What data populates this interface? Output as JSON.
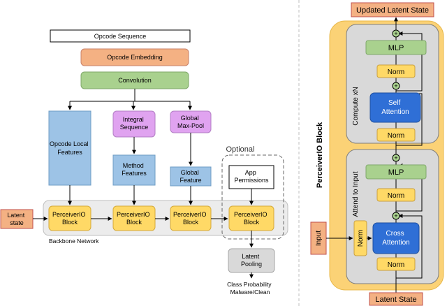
{
  "left": {
    "opcode_sequence": "Opcode Sequence",
    "opcode_embedding": "Opcode Embedding",
    "convolution": "Convolution",
    "opcode_local_features": [
      "Opcode Local",
      "Features"
    ],
    "integral_sequence": [
      "Integral",
      "Sequence"
    ],
    "method_features": [
      "Method",
      "Features"
    ],
    "global_maxpool": [
      "Global",
      "Max-Pool"
    ],
    "global_feature": [
      "Global",
      "Feature"
    ],
    "optional_label": "Optional",
    "app_permissions": [
      "App",
      "Permissions"
    ],
    "latent_state": [
      "Latent",
      "state"
    ],
    "perceiver_block": [
      "PerceiverIO",
      "Block"
    ],
    "backbone_network": "Backbone Network",
    "latent_pooling": [
      "Latent",
      "Pooling"
    ],
    "class_probability": [
      "Class Probability",
      "Malware/Clean"
    ]
  },
  "right": {
    "updated_latent_state": "Updated Latent State",
    "perceiverio_block_label": "PerceiverIO Block",
    "compute_label": "Compute  xN",
    "attend_label": "Attend to Input",
    "mlp": "MLP",
    "norm": "Norm",
    "self_attention": [
      "Self",
      "Attention"
    ],
    "cross_attention": [
      "Cross",
      "Attention"
    ],
    "input": "Input",
    "latent_state": "Latent State",
    "plus": "+"
  },
  "colors": {
    "salmon": "#f4b183",
    "orange_border": "#c0504d",
    "green": "#a9d18e",
    "purple": "#e0a3f0",
    "blue": "#9dc3e6",
    "yellow": "#ffd966",
    "gold_bg": "#fbd276",
    "gray_box": "#d9d9d9",
    "self_attn_blue": "#2f6fd6"
  }
}
